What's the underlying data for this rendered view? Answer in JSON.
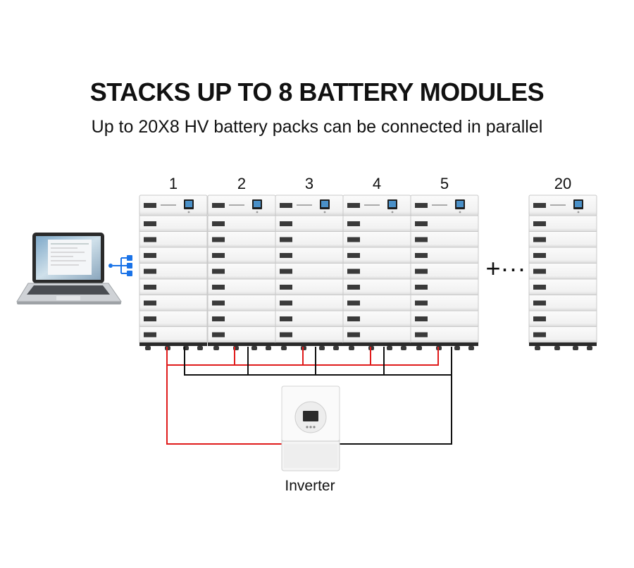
{
  "header": {
    "title": "STACKS UP TO 8 BATTERY MODULES",
    "subtitle": "Up to 20X8 HV battery packs can be connected in parallel"
  },
  "stacks": [
    {
      "label": "1"
    },
    {
      "label": "2"
    },
    {
      "label": "3"
    },
    {
      "label": "4"
    },
    {
      "label": "5"
    },
    {
      "label": "20"
    }
  ],
  "continuation": "+···",
  "inverter": {
    "label": "Inverter"
  },
  "colors": {
    "positive_cable": "#e01b1b",
    "negative_cable": "#111111",
    "network_icon": "#1a73e8"
  },
  "icons": {
    "laptop": "laptop-icon",
    "network": "network-hub-icon"
  }
}
